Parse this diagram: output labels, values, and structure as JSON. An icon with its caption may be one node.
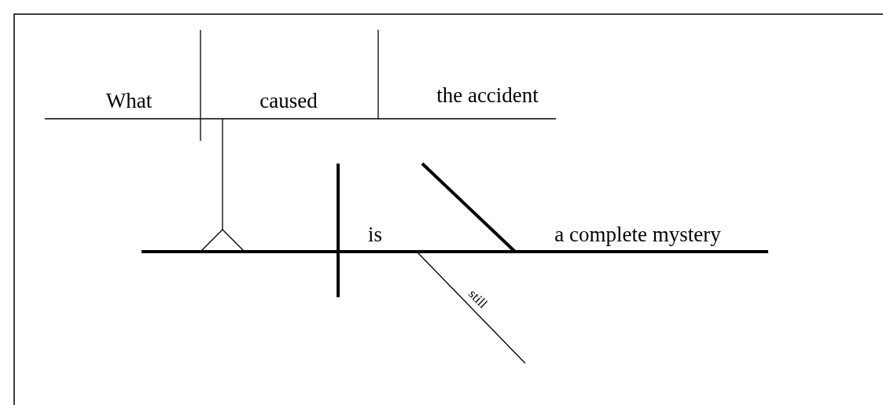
{
  "diagram": {
    "labels": [
      "What",
      "caused",
      "the accident",
      "is",
      "a complete mystery",
      "still"
    ]
  }
}
